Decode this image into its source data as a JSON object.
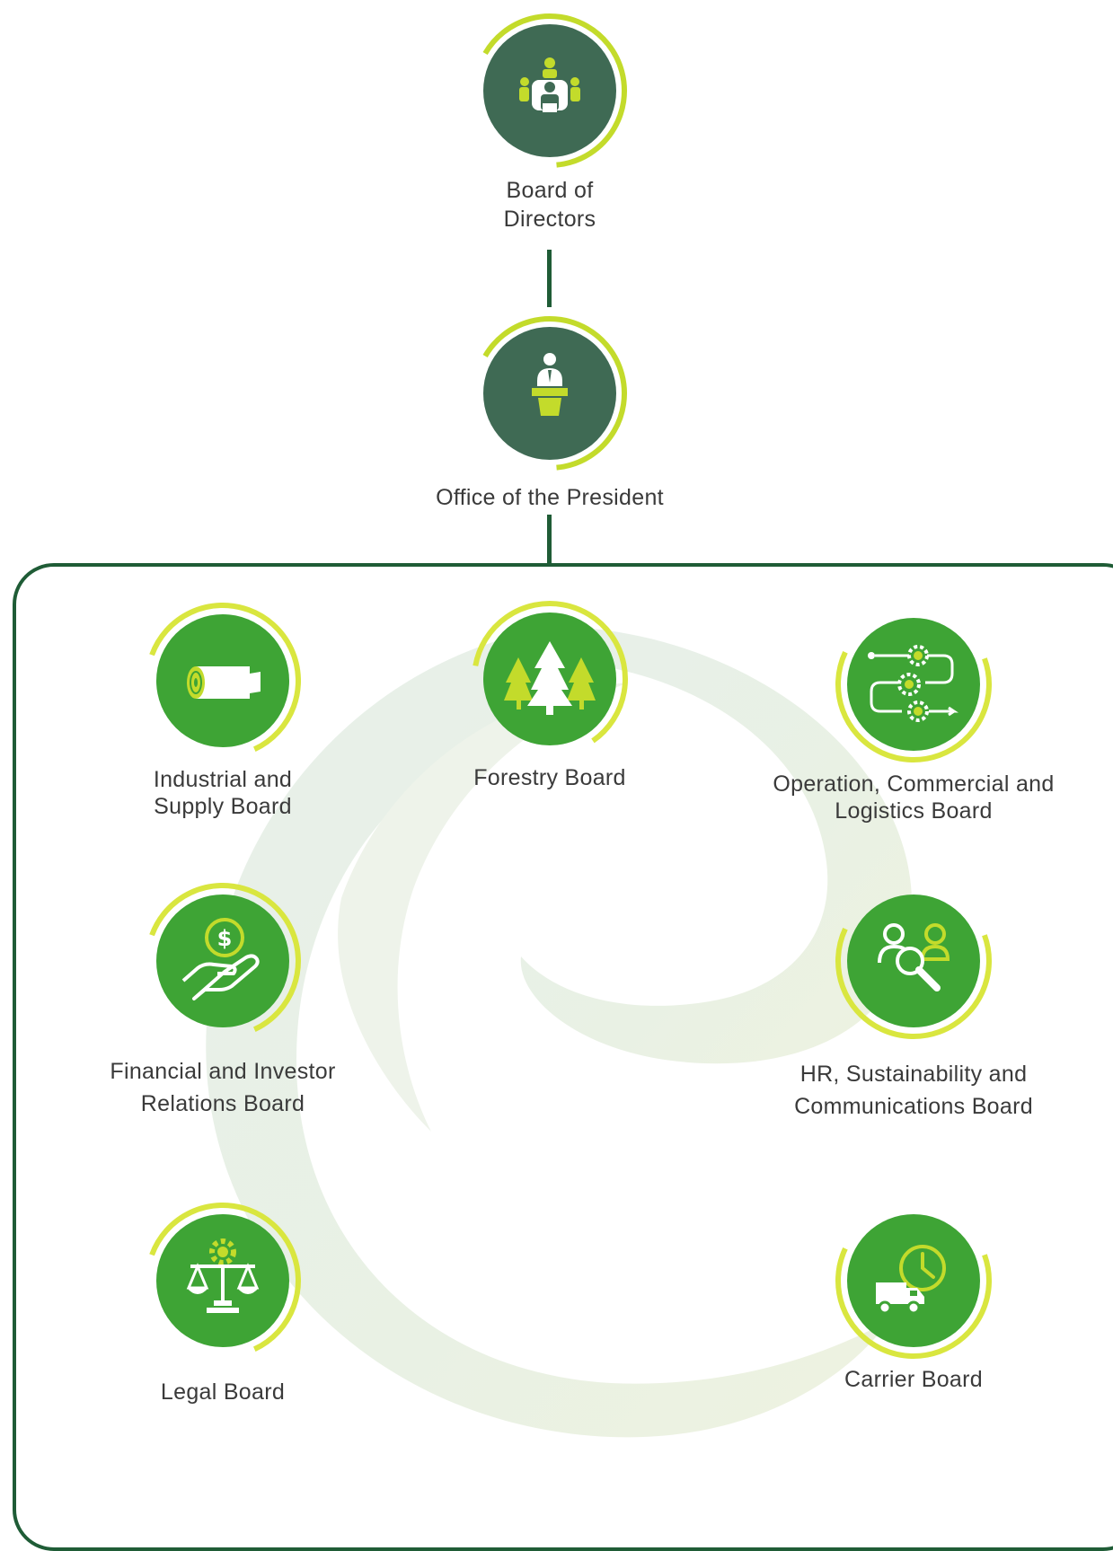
{
  "colors": {
    "dark_green": "#1f5c36",
    "node_dark": "#3f6a54",
    "node_green": "#3ea435",
    "lime": "#c3db2b",
    "lime_light": "#d9e63f",
    "text": "#3a3a3a"
  },
  "top": {
    "board_of_directors": {
      "line1": "Board of",
      "line2": "Directors",
      "icon": "meeting-table-icon"
    },
    "office_of_president": {
      "label": "Office of the President",
      "icon": "podium-speaker-icon"
    }
  },
  "boards": [
    {
      "line1": "Industrial and",
      "line2": "Supply Board",
      "icon": "log-icon"
    },
    {
      "line1": "Forestry Board",
      "line2": "",
      "icon": "pine-trees-icon"
    },
    {
      "line1": "Operation, Commercial and",
      "line2": "Logistics Board",
      "icon": "process-gears-icon"
    },
    {
      "line1": "Financial and Investor",
      "line2": "Relations Board",
      "icon": "hand-money-icon"
    },
    {
      "line1": "HR, Sustainability and",
      "line2": "Communications Board",
      "icon": "people-search-icon"
    },
    {
      "line1": "Legal Board",
      "line2": "",
      "icon": "scales-gear-icon"
    },
    {
      "line1": "Carrier Board",
      "line2": "",
      "icon": "truck-clock-icon"
    }
  ]
}
